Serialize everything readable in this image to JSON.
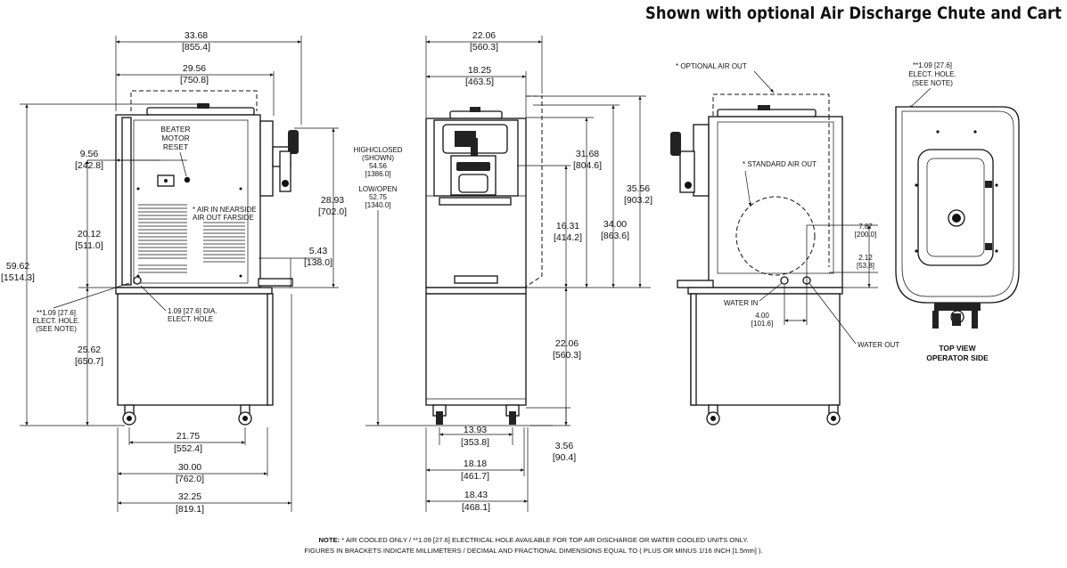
{
  "title": "Shown with optional Air Discharge Chute and Cart",
  "side_view_left": {
    "dim_total_width": [
      "33.68",
      "[855.4]"
    ],
    "dim_body_width": [
      "29.56",
      "[750.8]"
    ],
    "dim_reset_offset": [
      "9.56",
      "[242.8]"
    ],
    "dim_reset_height": [
      "20.12",
      "[511.0]"
    ],
    "dim_overall_height": [
      "59.62",
      "[1514.3]"
    ],
    "dim_cart_height": [
      "25.62",
      "[650.7]"
    ],
    "dim_freezer_height": [
      "28.93",
      "[702.0]"
    ],
    "dim_drip_depth": [
      "5.43",
      "[138.0]"
    ],
    "dim_caster_span": [
      "21.75",
      "[552.4]"
    ],
    "dim_cart_width": [
      "30.00",
      "[762.0]"
    ],
    "dim_cart_total": [
      "32.25",
      "[819.1]"
    ],
    "beater_motor_reset": [
      "BEATER",
      "MOTOR",
      "RESET"
    ],
    "air_note": [
      "* AIR IN NEARSIDE",
      "AIR OUT FARSIDE"
    ],
    "elect_hole_label": [
      "1.09 [27.6] DIA.",
      "ELECT. HOLE"
    ],
    "elect_hole_note": [
      "**1.09 [27.6]",
      "ELECT. HOLE.",
      "(SEE NOTE)"
    ]
  },
  "front_view": {
    "dim_total_width": [
      "22.06",
      "[560.3]"
    ],
    "dim_body_width": [
      "18.25",
      "[463.5]"
    ],
    "handle_heights": [
      "HIGH/CLOSED",
      "(SHOWN)",
      "54.56",
      "[1386.0]",
      "LOW/OPEN",
      "52.75",
      "[1340.0]"
    ],
    "dim_spout_height": [
      "31.68",
      "[804.6]"
    ],
    "dim_drip_height": [
      "16.31",
      "[414.2]"
    ],
    "dim_body_height": [
      "34.00",
      "[863.6]"
    ],
    "dim_chute_height": [
      "35.56",
      "[903.2]"
    ],
    "dim_cart_height": [
      "22.06",
      "[560.3]"
    ],
    "dim_caster_height": [
      "3.56",
      "[90.4]"
    ],
    "dim_caster_span": [
      "13.93",
      "[353.8]"
    ],
    "dim_cart_width": [
      "18.18",
      "[461.7]"
    ],
    "dim_cart_total": [
      "18.43",
      "[468.1]"
    ]
  },
  "side_view_right": {
    "optional_air_out": "* OPTIONAL AIR OUT",
    "standard_air_out": "* STANDARD AIR OUT",
    "dim_water_height": [
      "7.87",
      "[200.0]"
    ],
    "dim_water_offset": [
      "2.12",
      "[53.8]"
    ],
    "dim_water_spacing": [
      "4.00",
      "[101.6]"
    ],
    "water_in": "WATER IN",
    "water_out": "WATER OUT"
  },
  "top_view": {
    "elect_hole_note": [
      "**1.09 [27.6]",
      "ELECT. HOLE.",
      "(SEE NOTE)"
    ],
    "caption": [
      "TOP VIEW",
      "OPERATOR SIDE"
    ]
  },
  "notes": {
    "line1_label": "NOTE:",
    "line1": "* AIR COOLED ONLY  /  **1.09 [27.6] ELECTRICAL HOLE AVAILABLE FOR TOP AIR DISCHARGE OR WATER COOLED UNITS ONLY.",
    "line2": "FIGURES IN BRACKETS INDICATE MILLIMETERS / DECIMAL AND FRACTIONAL DIMENSIONS EQUAL TO ( PLUS OR MINUS 1/16 INCH [1.5mm] )."
  }
}
